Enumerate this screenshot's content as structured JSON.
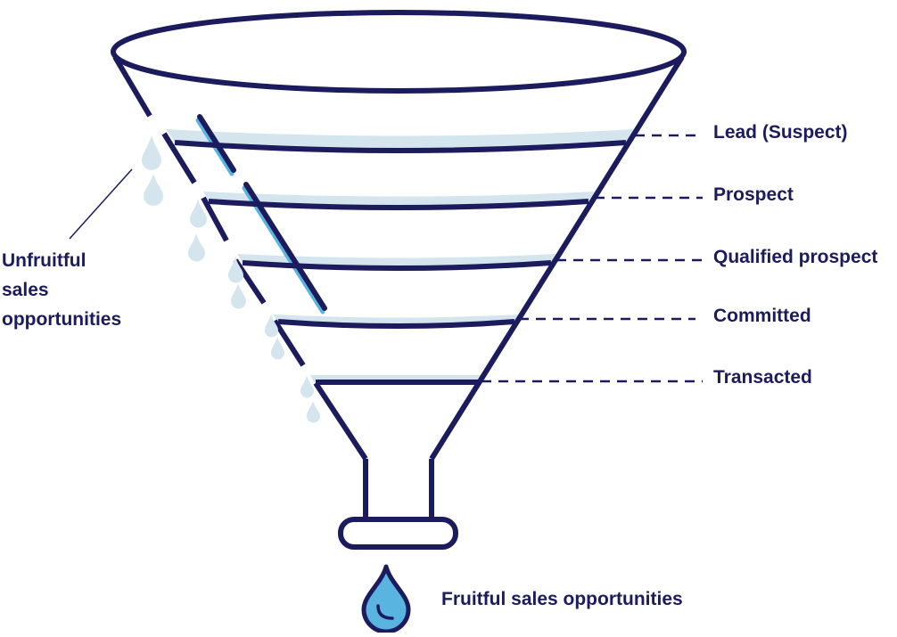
{
  "stages": [
    "Lead (Suspect)",
    "Prospect",
    "Qualified prospect",
    "Committed",
    "Transacted"
  ],
  "unfruitful_label": [
    "Unfruitful",
    "sales",
    "opportunities"
  ],
  "fruitful_label": "Fruitful sales opportunities",
  "colors": {
    "outline": "#1b1b5e",
    "liquid": "#d4e5ee",
    "accent": "#5ab4e0",
    "text": "#1b1b5e"
  }
}
